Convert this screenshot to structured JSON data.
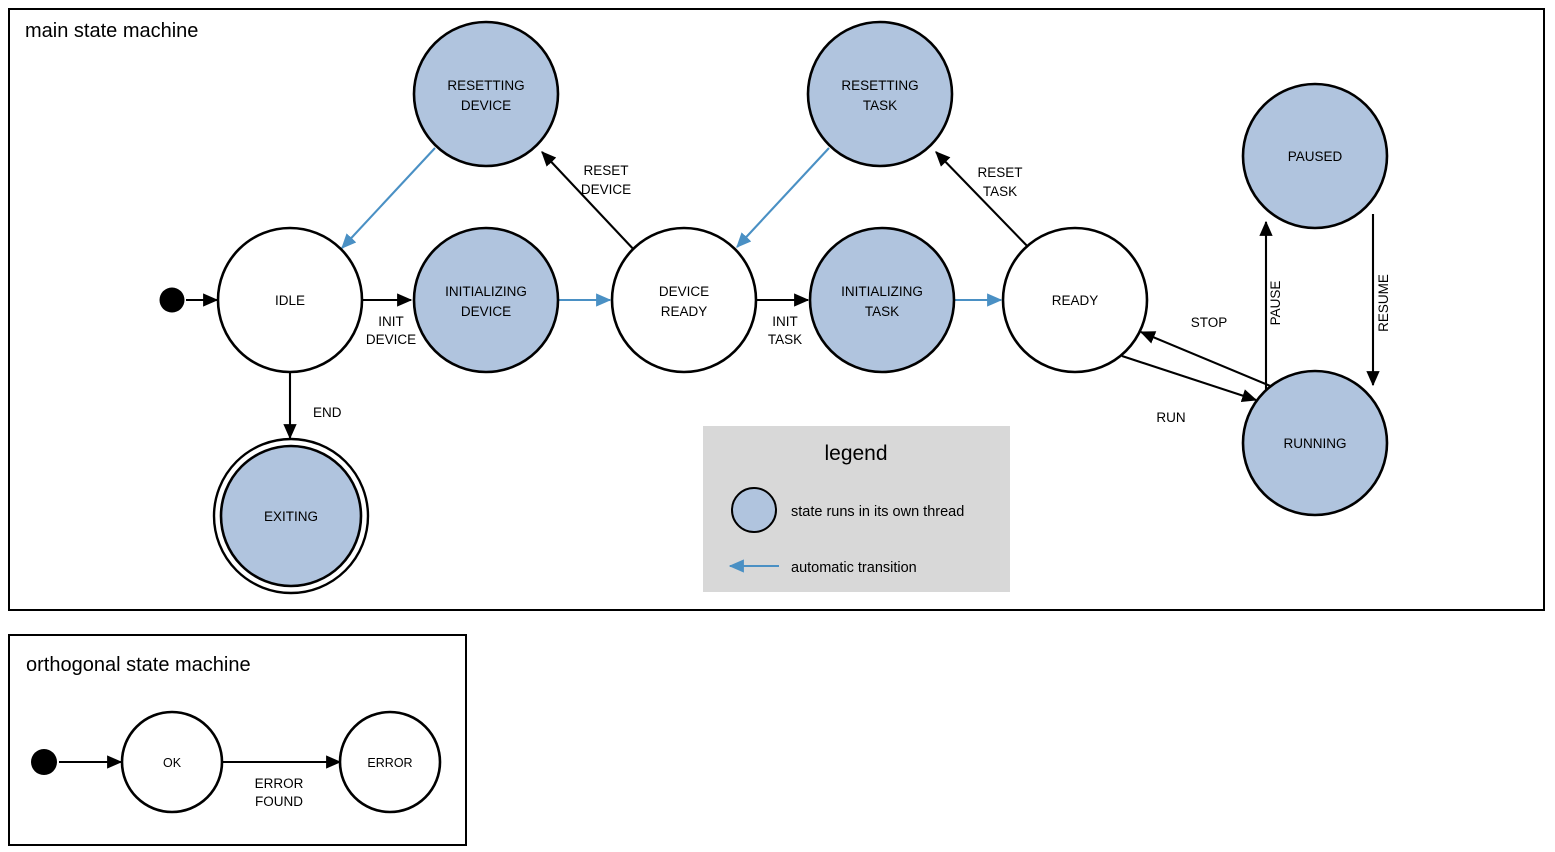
{
  "colors": {
    "thread_state_fill": "#b0c4de",
    "plain_state_fill": "#ffffff",
    "stroke": "#000000",
    "automatic_transition": "#4a90c4",
    "legend_background": "#d8d8d8",
    "page_background": "#ffffff"
  },
  "main_machine": {
    "title": "main state machine",
    "states": [
      {
        "id": "idle",
        "label_line1": "IDLE",
        "label_line2": "",
        "kind": "plain"
      },
      {
        "id": "resetting-device",
        "label_line1": "RESETTING",
        "label_line2": "DEVICE",
        "kind": "thread"
      },
      {
        "id": "initializing-device",
        "label_line1": "INITIALIZING",
        "label_line2": "DEVICE",
        "kind": "thread"
      },
      {
        "id": "device-ready",
        "label_line1": "DEVICE",
        "label_line2": "READY",
        "kind": "plain"
      },
      {
        "id": "resetting-task",
        "label_line1": "RESETTING",
        "label_line2": "TASK",
        "kind": "thread"
      },
      {
        "id": "initializing-task",
        "label_line1": "INITIALIZING",
        "label_line2": "TASK",
        "kind": "thread"
      },
      {
        "id": "ready",
        "label_line1": "READY",
        "label_line2": "",
        "kind": "plain"
      },
      {
        "id": "paused",
        "label_line1": "PAUSED",
        "label_line2": "",
        "kind": "thread"
      },
      {
        "id": "running",
        "label_line1": "RUNNING",
        "label_line2": "",
        "kind": "thread"
      },
      {
        "id": "exiting",
        "label_line1": "EXITING",
        "label_line2": "",
        "kind": "thread-final"
      }
    ],
    "transitions": [
      {
        "id": "start-idle",
        "from": "start",
        "to": "idle",
        "label_line1": "",
        "label_line2": "",
        "type": "normal"
      },
      {
        "id": "idle-init-device",
        "from": "idle",
        "to": "initializing-device",
        "label_line1": "INIT",
        "label_line2": "DEVICE",
        "type": "normal"
      },
      {
        "id": "idle-end",
        "from": "idle",
        "to": "exiting",
        "label_line1": "END",
        "label_line2": "",
        "type": "normal"
      },
      {
        "id": "initdev-devready",
        "from": "initializing-device",
        "to": "device-ready",
        "label_line1": "",
        "label_line2": "",
        "type": "automatic"
      },
      {
        "id": "devready-resetdev",
        "from": "device-ready",
        "to": "resetting-device",
        "label_line1": "RESET",
        "label_line2": "DEVICE",
        "type": "normal"
      },
      {
        "id": "resetdev-idle",
        "from": "resetting-device",
        "to": "idle",
        "label_line1": "",
        "label_line2": "",
        "type": "automatic"
      },
      {
        "id": "devready-inittask",
        "from": "device-ready",
        "to": "initializing-task",
        "label_line1": "INIT",
        "label_line2": "TASK",
        "type": "normal"
      },
      {
        "id": "inittask-ready",
        "from": "initializing-task",
        "to": "ready",
        "label_line1": "",
        "label_line2": "",
        "type": "automatic"
      },
      {
        "id": "ready-resettask",
        "from": "ready",
        "to": "resetting-task",
        "label_line1": "RESET",
        "label_line2": "TASK",
        "type": "normal"
      },
      {
        "id": "resettask-devready",
        "from": "resetting-task",
        "to": "device-ready",
        "label_line1": "",
        "label_line2": "",
        "type": "automatic"
      },
      {
        "id": "ready-run",
        "from": "ready",
        "to": "running",
        "label_line1": "RUN",
        "label_line2": "",
        "type": "normal"
      },
      {
        "id": "running-stop",
        "from": "running",
        "to": "ready",
        "label_line1": "STOP",
        "label_line2": "",
        "type": "normal"
      },
      {
        "id": "running-pause",
        "from": "running",
        "to": "paused",
        "label_line1": "PAUSE",
        "label_line2": "",
        "type": "normal"
      },
      {
        "id": "paused-resume",
        "from": "paused",
        "to": "running",
        "label_line1": "RESUME",
        "label_line2": "",
        "type": "normal"
      }
    ]
  },
  "legend": {
    "title": "legend",
    "items": [
      {
        "id": "thread-state",
        "symbol": "filled-blue-circle",
        "text": "state runs in its own thread"
      },
      {
        "id": "automatic-transition",
        "symbol": "blue-left-arrow",
        "text": "automatic transition"
      }
    ]
  },
  "orthogonal_machine": {
    "title": "orthogonal state machine",
    "states": [
      {
        "id": "ok",
        "label_line1": "OK",
        "kind": "plain"
      },
      {
        "id": "error",
        "label_line1": "ERROR",
        "kind": "plain"
      }
    ],
    "transitions": [
      {
        "id": "start-ok",
        "from": "start",
        "to": "error",
        "label_line1": "",
        "label_line2": "",
        "type": "normal"
      },
      {
        "id": "ok-error",
        "from": "ok",
        "to": "error",
        "label_line1": "ERROR",
        "label_line2": "FOUND",
        "type": "normal"
      }
    ]
  }
}
